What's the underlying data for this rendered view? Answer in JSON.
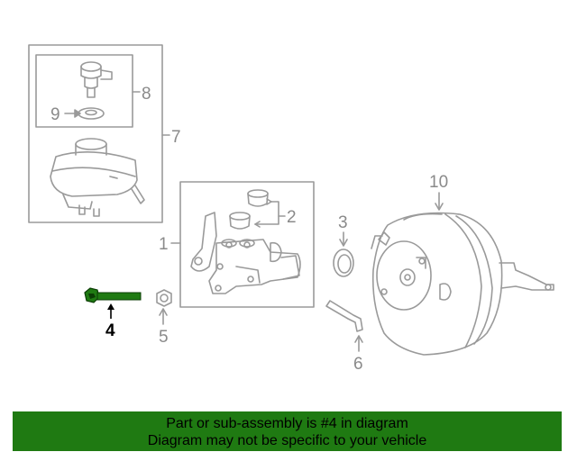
{
  "diagram": {
    "callouts": {
      "c1": "1",
      "c2": "2",
      "c3": "3",
      "c4": "4",
      "c5": "5",
      "c6": "6",
      "c7": "7",
      "c8": "8",
      "c9": "9",
      "c10": "10"
    },
    "highlighted_part": "4",
    "colors": {
      "line": "#9a9a9a",
      "highlight_part": "#1f7a12",
      "banner": "#1f7a12"
    }
  },
  "caption": {
    "line1": "Part or sub-assembly is #4 in diagram",
    "line2": "Diagram may not be specific to your vehicle"
  }
}
